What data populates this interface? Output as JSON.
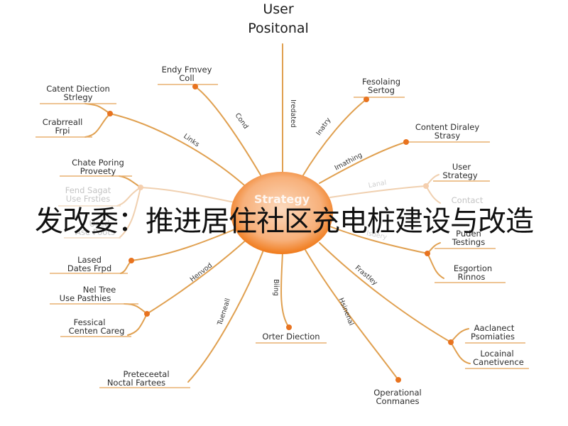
{
  "root": {
    "title_line1": "User",
    "title_line2": "Positonal"
  },
  "center": {
    "label": "Strategy",
    "color": "#f07a1a",
    "glow": "#f9c6a0"
  },
  "overlay_text": "发改委：推进居住社区充电桩建设与改造",
  "branches": [
    {
      "edge": "Iredated",
      "leaves": []
    },
    {
      "edge": "Cond",
      "leaves": [
        {
          "line1": "Endy Fmvey",
          "line2": "Coll"
        }
      ]
    },
    {
      "edge": "Links",
      "leaves": [
        {
          "line1": "Catent Diection",
          "line2": "Strlegy"
        },
        {
          "line1": "Crabrreall",
          "line2": "Frpi"
        }
      ]
    },
    {
      "edge": "",
      "leaves": [
        {
          "line1": "Chate Poring",
          "line2": "Proveety"
        },
        {
          "line1": "Fend Sagat",
          "line2": "Use Frsties"
        },
        {
          "line1": "Used",
          "line2": "Ase Poots"
        }
      ]
    },
    {
      "edge": "",
      "leaves": [
        {
          "line1": "Lased",
          "line2": "Dates Frpd"
        }
      ]
    },
    {
      "edge": "Henvod",
      "leaves": [
        {
          "line1": "Nel Tree",
          "line2": "Use Pasthies"
        },
        {
          "line1": "Fessical",
          "line2": "Centen Careg"
        }
      ]
    },
    {
      "edge": "Tueneall",
      "leaves": [
        {
          "line1": "Preteceetal",
          "line2": "Noctal Fartees"
        }
      ]
    },
    {
      "edge": "Biing",
      "leaves": [
        {
          "line1": "Orter Diection",
          "line2": ""
        }
      ]
    },
    {
      "edge": "Hsinenal",
      "leaves": [
        {
          "line1": "Operational",
          "line2": "Conmanes"
        }
      ]
    },
    {
      "edge": "Frastley",
      "leaves": [
        {
          "line1": "Aaclanect",
          "line2": "Psomiaties"
        },
        {
          "line1": "Locainal",
          "line2": "Canetivence"
        }
      ]
    },
    {
      "edge": "Isdery",
      "leaves": [
        {
          "line1": "Puden",
          "line2": "Testings"
        },
        {
          "line1": "Esgortion",
          "line2": "Rinnos"
        }
      ]
    },
    {
      "edge": "Lanal",
      "leaves": [
        {
          "line1": "User",
          "line2": "Strategy"
        },
        {
          "line1": "Contact",
          "line2": ""
        }
      ]
    },
    {
      "edge": "Imathing",
      "leaves": [
        {
          "line1": "Content Diraley",
          "line2": "Strasy"
        }
      ]
    },
    {
      "edge": "Inatry",
      "leaves": [
        {
          "line1": "Fesolaing",
          "line2": "Sertog"
        }
      ]
    }
  ]
}
